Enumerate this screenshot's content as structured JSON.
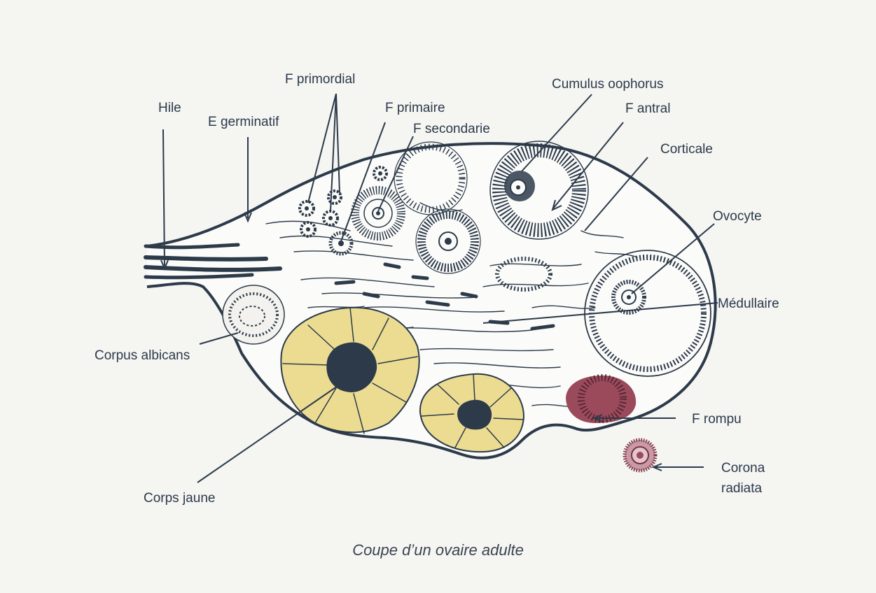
{
  "labels": {
    "hile": "Hile",
    "e_germinatif": "E germinatif",
    "f_primordial": "F primordial",
    "f_primaire": "F primaire",
    "f_secondaire": "F secondarie",
    "cumulus_oophorus": "Cumulus oophorus",
    "f_antral": "F antral",
    "corticale": "Corticale",
    "ovocyte": "Ovocyte",
    "medullaire": "Médullaire",
    "corpus_albicans": "Corpus albicans",
    "corps_jaune": "Corps jaune",
    "f_rompu": "F rompu",
    "corona_radiata": [
      "Corona",
      "radiata"
    ]
  },
  "caption": "Coupe d’un ovaire adulte",
  "colors": {
    "background": "#f5f5f2",
    "outline": "#2c3a4a",
    "corpus_luteum": "#ecdc92",
    "ruptured_follicle": "#9a4a5a"
  }
}
